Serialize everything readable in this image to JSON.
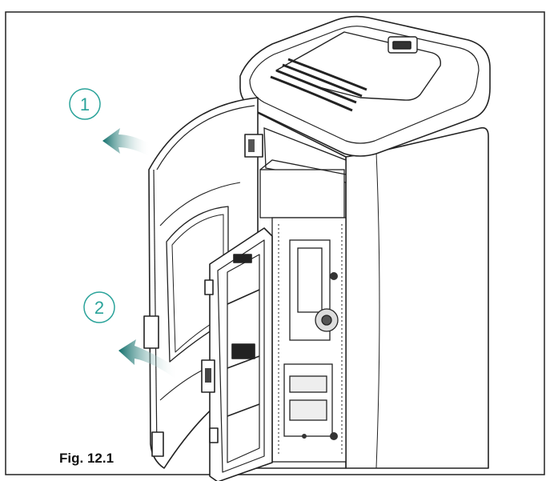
{
  "figure": {
    "caption": "Fig. 12.1",
    "steps": [
      {
        "number": "1",
        "color": "#2aa39a"
      },
      {
        "number": "2",
        "color": "#2aa39a"
      }
    ],
    "arrow_color": "#1a7f7a",
    "line_color": "#222222"
  }
}
